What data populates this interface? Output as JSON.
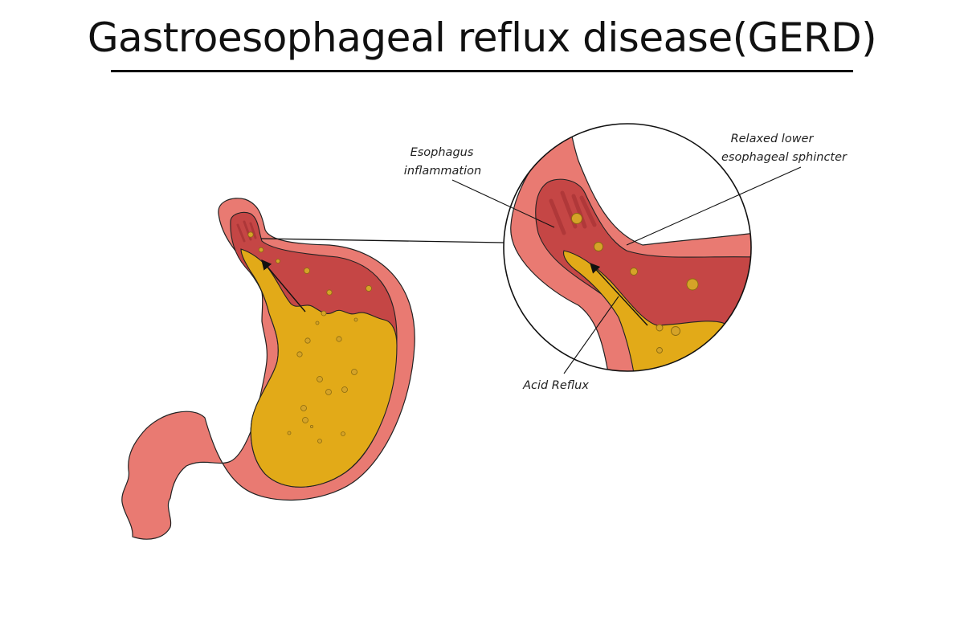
{
  "title": "Gastroesophageal reflux disease(GERD)",
  "labels": {
    "inflammation": [
      "Esophagus",
      "inflammation"
    ],
    "sphincter": [
      "Relaxed lower",
      "esophageal sphincter"
    ],
    "acid": "Acid Reflux"
  },
  "colors": {
    "tissue_outer": "#e97a72",
    "tissue_inner": "#c54645",
    "acid": "#e2aa18",
    "bubble": "#d5a328",
    "outline": "#222222"
  }
}
